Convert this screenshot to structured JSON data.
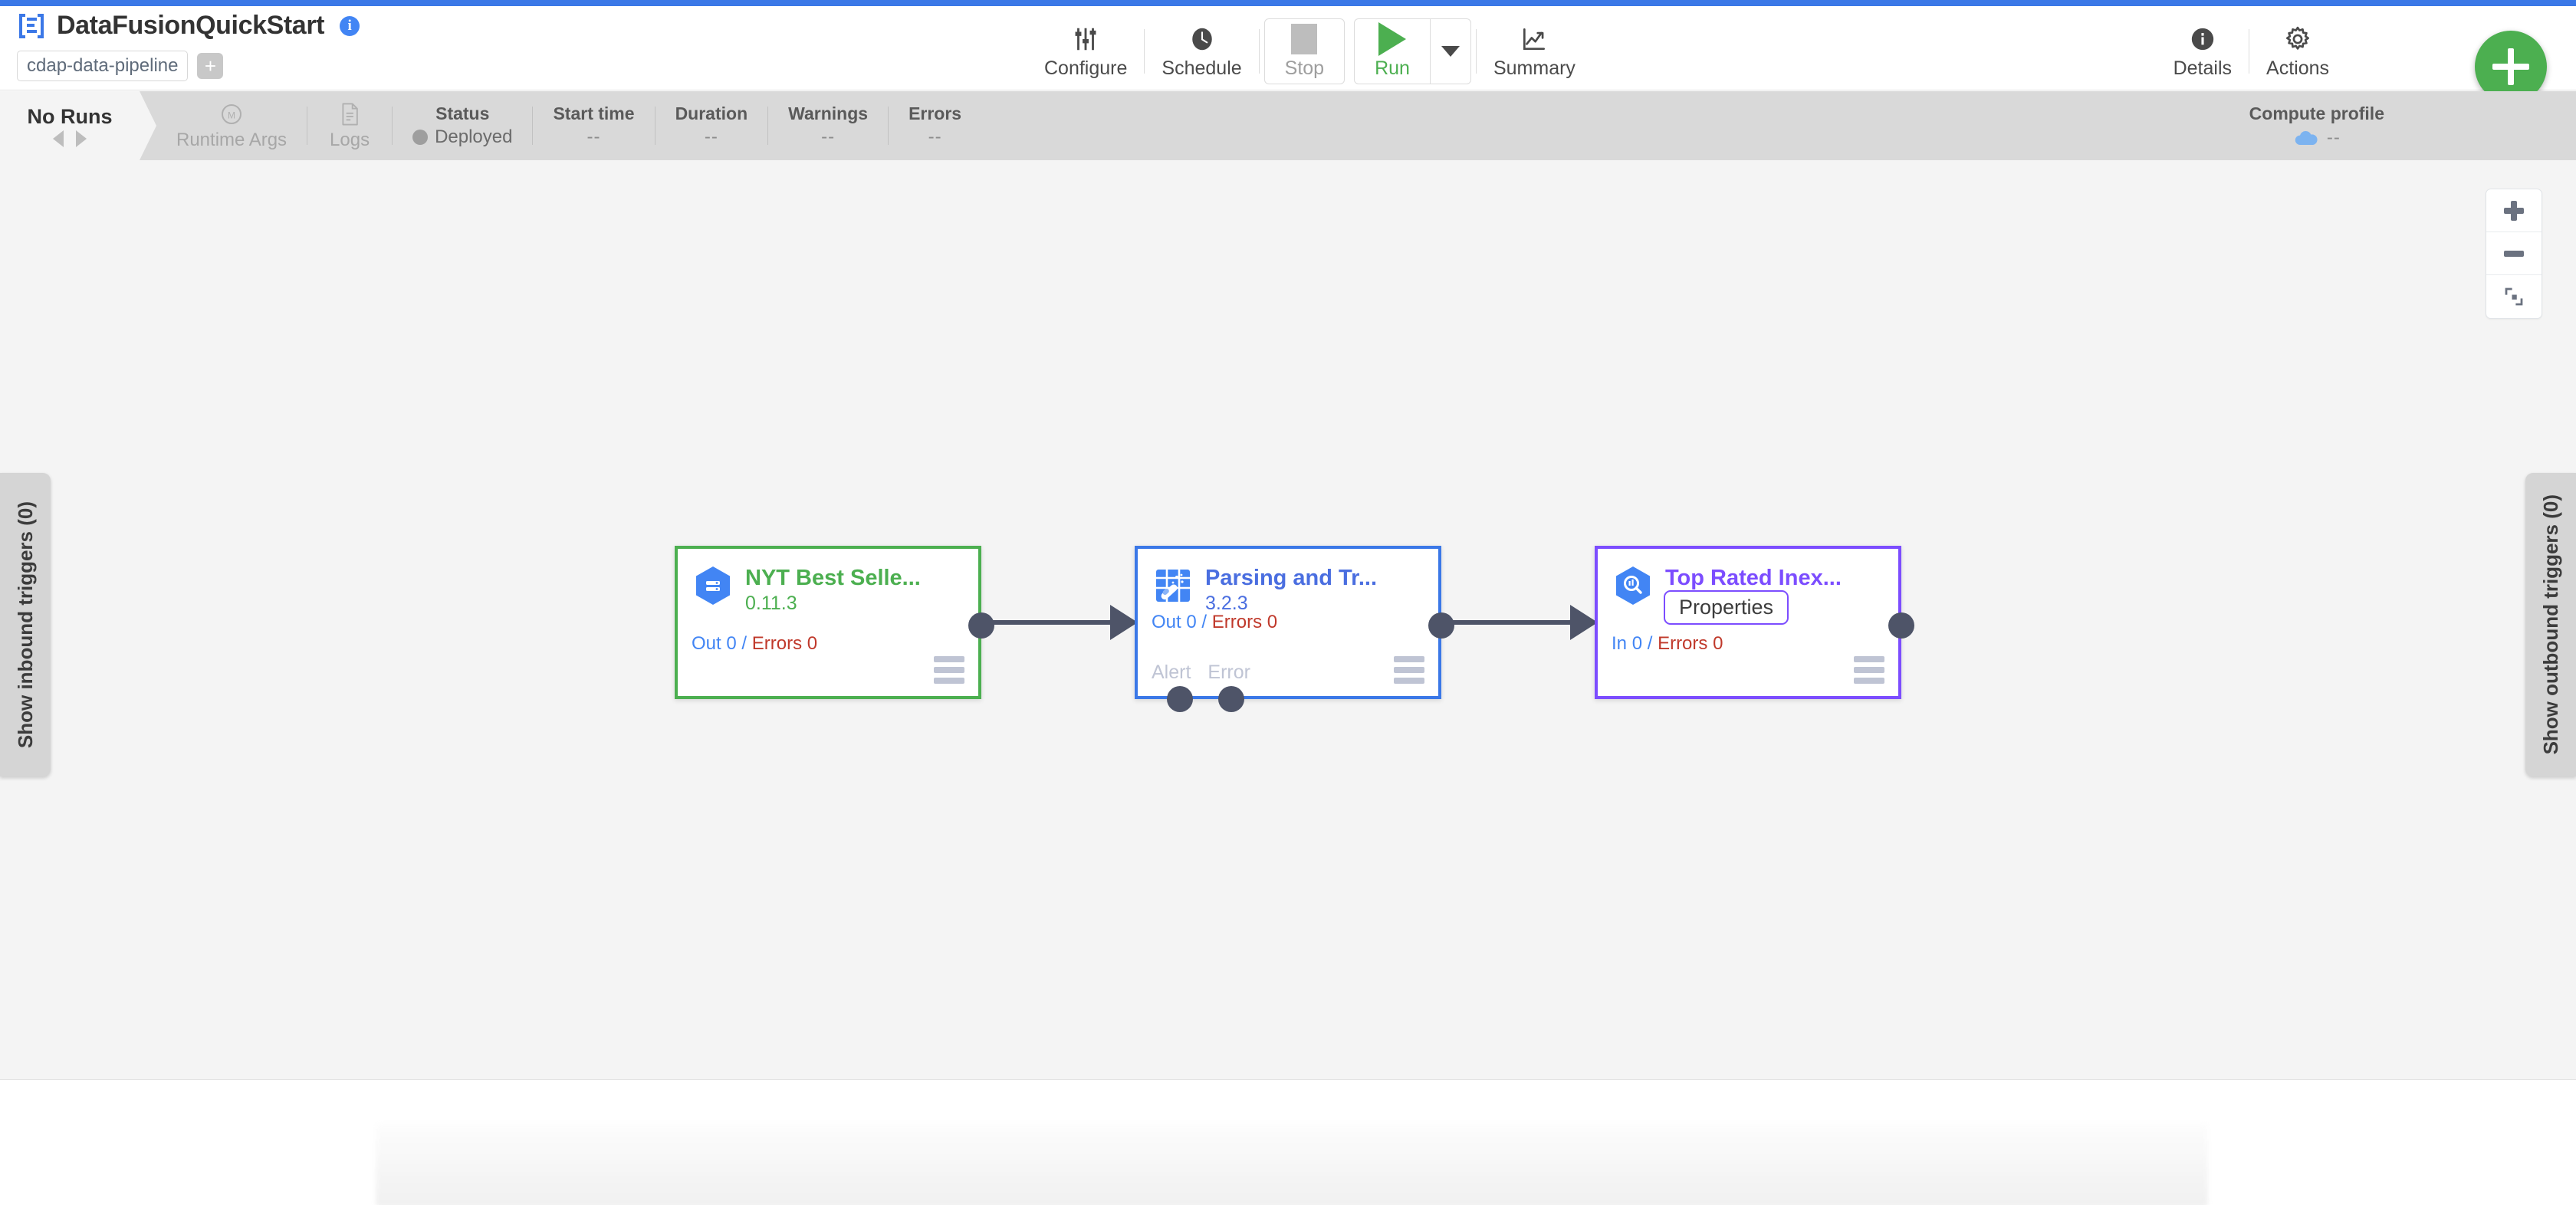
{
  "header": {
    "app_logo_icon": "cdap-logo-icon",
    "title": "DataFusionQuickStart",
    "info_icon": "info-icon",
    "artifact_pill": "cdap-data-pipeline",
    "add_tag_icon": "plus-icon",
    "toolbar": [
      {
        "label": "Configure",
        "icon": "sliders-icon"
      },
      {
        "label": "Schedule",
        "icon": "clock-icon"
      },
      {
        "label": "Stop",
        "icon": "stop-square-icon"
      },
      {
        "label": "Run",
        "icon": "play-icon"
      },
      {
        "label": "Summary",
        "icon": "line-chart-icon"
      }
    ],
    "run_dropdown_icon": "chevron-down-icon",
    "right_items": [
      {
        "label": "Details",
        "icon": "info-filled-icon"
      },
      {
        "label": "Actions",
        "icon": "gear-icon"
      }
    ],
    "fab_icon": "plus-icon"
  },
  "runbar": {
    "no_runs_label": "No Runs",
    "prev_icon": "caret-left-icon",
    "next_icon": "caret-right-icon",
    "items": [
      {
        "title": "Runtime Args",
        "icon": "macro-m-icon",
        "value": ""
      },
      {
        "title": "Logs",
        "icon": "document-icon",
        "value": ""
      },
      {
        "title": "Status",
        "value": "Deployed",
        "dot_color": "#9e9e9e"
      },
      {
        "title": "Start time",
        "value": "--"
      },
      {
        "title": "Duration",
        "value": "--"
      },
      {
        "title": "Warnings",
        "value": "--"
      },
      {
        "title": "Errors",
        "value": "--"
      }
    ],
    "compute_profile": {
      "title": "Compute profile",
      "icon": "cloud-icon",
      "value": "--"
    }
  },
  "canvas": {
    "zoom_controls": [
      {
        "name": "zoom-in",
        "icon": "plus-icon"
      },
      {
        "name": "zoom-out",
        "icon": "minus-icon"
      },
      {
        "name": "fit-to-screen",
        "icon": "fit-screen-icon"
      }
    ],
    "inbound_rail": "Show inbound triggers (0)",
    "outbound_rail": "Show outbound triggers (0)",
    "nodes": [
      {
        "name": "NYT Best Selle...",
        "version": "0.11.3",
        "icon": "bigquery-source-icon",
        "accent": "#4caf50",
        "metrics": {
          "prefix": "Out",
          "out": "0",
          "sep": "/",
          "errors_label": "Errors",
          "errors": "0"
        },
        "ports": [],
        "menu_icon": "hamburger-icon"
      },
      {
        "name": "Parsing and Tr...",
        "version": "3.2.3",
        "icon": "wrangler-icon",
        "accent": "#3b78e7",
        "metrics": {
          "prefix": "Out",
          "out": "0",
          "sep": "/",
          "errors_label": "Errors",
          "errors": "0"
        },
        "ports": [
          "Alert",
          "Error"
        ],
        "menu_icon": "hamburger-icon"
      },
      {
        "name": "Top Rated Inex...",
        "version": "",
        "icon": "bigquery-sink-icon",
        "accent": "#7c4dff",
        "tooltip": "Properties",
        "metrics": {
          "prefix": "In",
          "out": "0",
          "sep": "/",
          "errors_label": "Errors",
          "errors": "0"
        },
        "ports": [],
        "menu_icon": "hamburger-icon"
      }
    ]
  }
}
